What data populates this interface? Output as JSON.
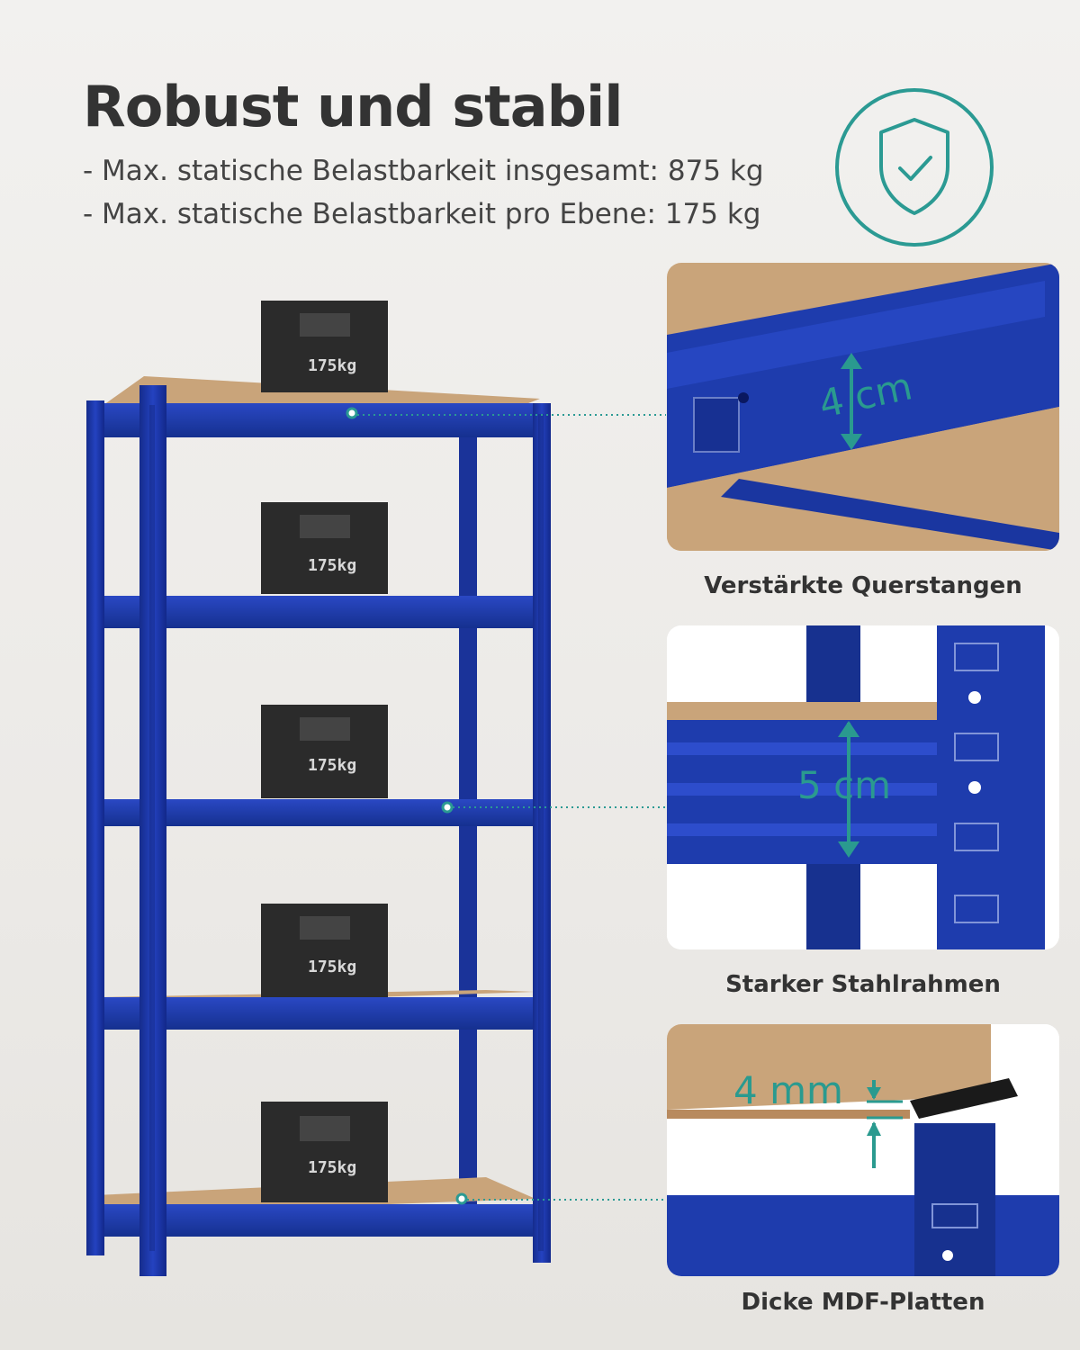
{
  "header": {
    "title": "Robust und stabil",
    "spec_total": "- Max. statische Belastbarkeit insgesamt: 875 kg",
    "spec_per_level": "- Max. statische Belastbarkeit pro Ebene: 175 kg"
  },
  "badge": {
    "icon": "shield-check-icon",
    "color": "#2b9a93"
  },
  "weights": [
    {
      "label": "175kg"
    },
    {
      "label": "175kg"
    },
    {
      "label": "175kg"
    },
    {
      "label": "175kg"
    },
    {
      "label": "175kg"
    }
  ],
  "features": [
    {
      "caption": "Verstärkte Querstangen",
      "measure": "4 cm"
    },
    {
      "caption": "Starker Stahlrahmen",
      "measure": "5 cm"
    },
    {
      "caption": "Dicke MDF-Platten",
      "measure": "4 mm"
    }
  ],
  "colors": {
    "steel_blue": "#1d3aa8",
    "accent_teal": "#2b9a93",
    "mdf": "#c9a47a"
  }
}
